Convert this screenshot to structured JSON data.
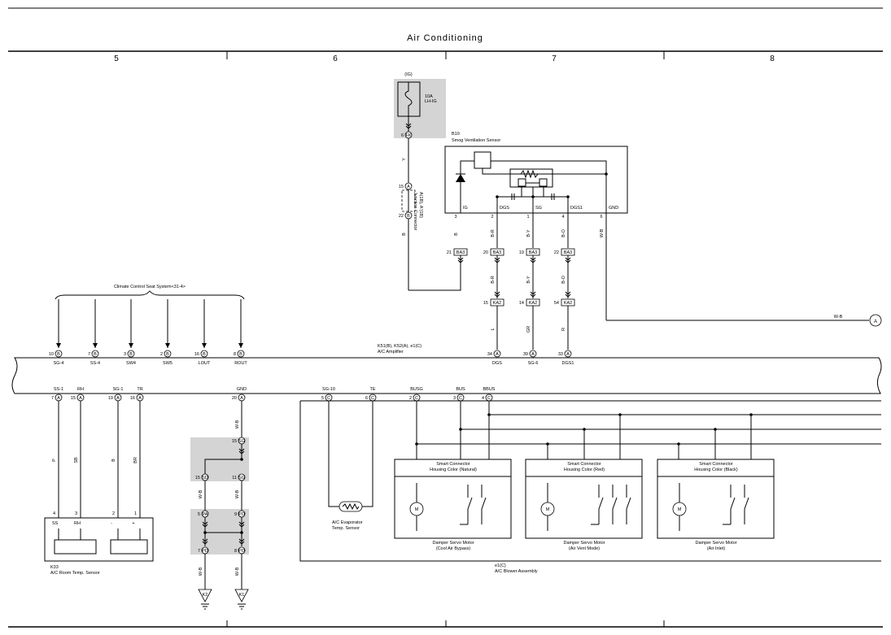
{
  "title": "Air Conditioning",
  "columns": [
    "5",
    "6",
    "7",
    "8"
  ],
  "fuse": {
    "supply": "(IG)",
    "rating": "10A",
    "name": "LH-IG",
    "pin": "6",
    "conn": "FK"
  },
  "junction": {
    "top_pin": "15",
    "top_conn": "A",
    "bottom_pin": "22",
    "bottom_conn": "B",
    "label": "A(1B), A'(1B)\nJunction Connector"
  },
  "smog_sensor": {
    "id": "B10",
    "name": "Smog Ventilation Sensor",
    "terminals": [
      "IG",
      "DGS",
      "SG",
      "DGS1",
      "GND"
    ],
    "pins": [
      "3",
      "2",
      "1",
      "4",
      "6"
    ]
  },
  "wire_colors": {
    "y": "Y",
    "b": "B",
    "br": "B-R",
    "by": "B-Y",
    "bo": "B-O",
    "wb": "W-B",
    "l": "L",
    "gr": "GR",
    "r": "R",
    "p": "P",
    "sb": "SB",
    "b2": "B",
    "bri": "BR"
  },
  "ba3": [
    {
      "pin": "21",
      "conn": "BA3"
    },
    {
      "pin": "20",
      "conn": "BA3"
    },
    {
      "pin": "19",
      "conn": "BA3"
    },
    {
      "pin": "22",
      "conn": "BA3"
    }
  ],
  "ka2": [
    {
      "pin": "15",
      "conn": "KA2"
    },
    {
      "pin": "14",
      "conn": "KA2"
    },
    {
      "pin": "54",
      "conn": "KA2"
    }
  ],
  "ground_ref": {
    "label": "W-B",
    "marker": "A"
  },
  "seat_system": "Climate Control Seat System<31-4>",
  "amp": {
    "id": "K51(B), K52(A), e1(C)",
    "name": "A/C Amplifier",
    "top_pins": [
      {
        "pin": "10",
        "conn": "B",
        "label": "SG-4"
      },
      {
        "pin": "7",
        "conn": "B",
        "label": "SS-4"
      },
      {
        "pin": "3",
        "conn": "B",
        "label": "SW4"
      },
      {
        "pin": "2",
        "conn": "B",
        "label": "SW5"
      },
      {
        "pin": "16",
        "conn": "B",
        "label": "LOUT"
      },
      {
        "pin": "8",
        "conn": "B",
        "label": "ROUT"
      },
      {
        "pin": "34",
        "conn": "A",
        "label": "DGS"
      },
      {
        "pin": "39",
        "conn": "A",
        "label": "SG-6"
      },
      {
        "pin": "33",
        "conn": "A",
        "label": "DGS1"
      }
    ],
    "bottom_pins": [
      {
        "pin": "7",
        "conn": "A",
        "label": "SS-1"
      },
      {
        "pin": "15",
        "conn": "A",
        "label": "RH"
      },
      {
        "pin": "19",
        "conn": "A",
        "label": "SG-1"
      },
      {
        "pin": "16",
        "conn": "A",
        "label": "TR"
      },
      {
        "pin": "20",
        "conn": "A",
        "label": "GND"
      },
      {
        "pin": "5",
        "conn": "C",
        "label": "SG-10"
      },
      {
        "pin": "6",
        "conn": "C",
        "label": "TE"
      },
      {
        "pin": "2",
        "conn": "C",
        "label": "BUSG"
      },
      {
        "pin": "3",
        "conn": "C",
        "label": "BUS"
      },
      {
        "pin": "4",
        "conn": "C",
        "label": "BBUS"
      }
    ]
  },
  "room_sensor": {
    "id": "K33",
    "name": "A/C Room Temp. Sensor",
    "pins": [
      "4",
      "3",
      "2",
      "1"
    ],
    "terminals": [
      "SS",
      "RH",
      "-",
      "+"
    ]
  },
  "splices": [
    {
      "pin": "15",
      "conn": "SG"
    },
    {
      "pin": "15",
      "conn": "SD"
    },
    {
      "pin": "11",
      "conn": "SG"
    },
    {
      "pin": "5",
      "conn": "PA"
    },
    {
      "pin": "9",
      "conn": "PD"
    },
    {
      "pin": "7",
      "conn": "PD"
    },
    {
      "pin": "8",
      "conn": "PD"
    }
  ],
  "grounds": [
    "K2",
    "K1"
  ],
  "evap_sensor": "A/C Evaporator\nTemp. Sensor",
  "smart_connectors": [
    "Smart Connector\nHousing Color (Natural)",
    "Smart Connector\nHousing Color (Red)",
    "Smart Connector\nHousing Color (Black)"
  ],
  "servo_motors": [
    "Damper Servo Motor\n(Cool Air Bypass)",
    "Damper Servo Motor\n(Air Vent Mode)",
    "Damper Servo Motor\n(Air Inlet)"
  ],
  "motor_symbol": "M",
  "blower": {
    "id": "e1(C)",
    "name": "A/C Blower Assembly"
  }
}
